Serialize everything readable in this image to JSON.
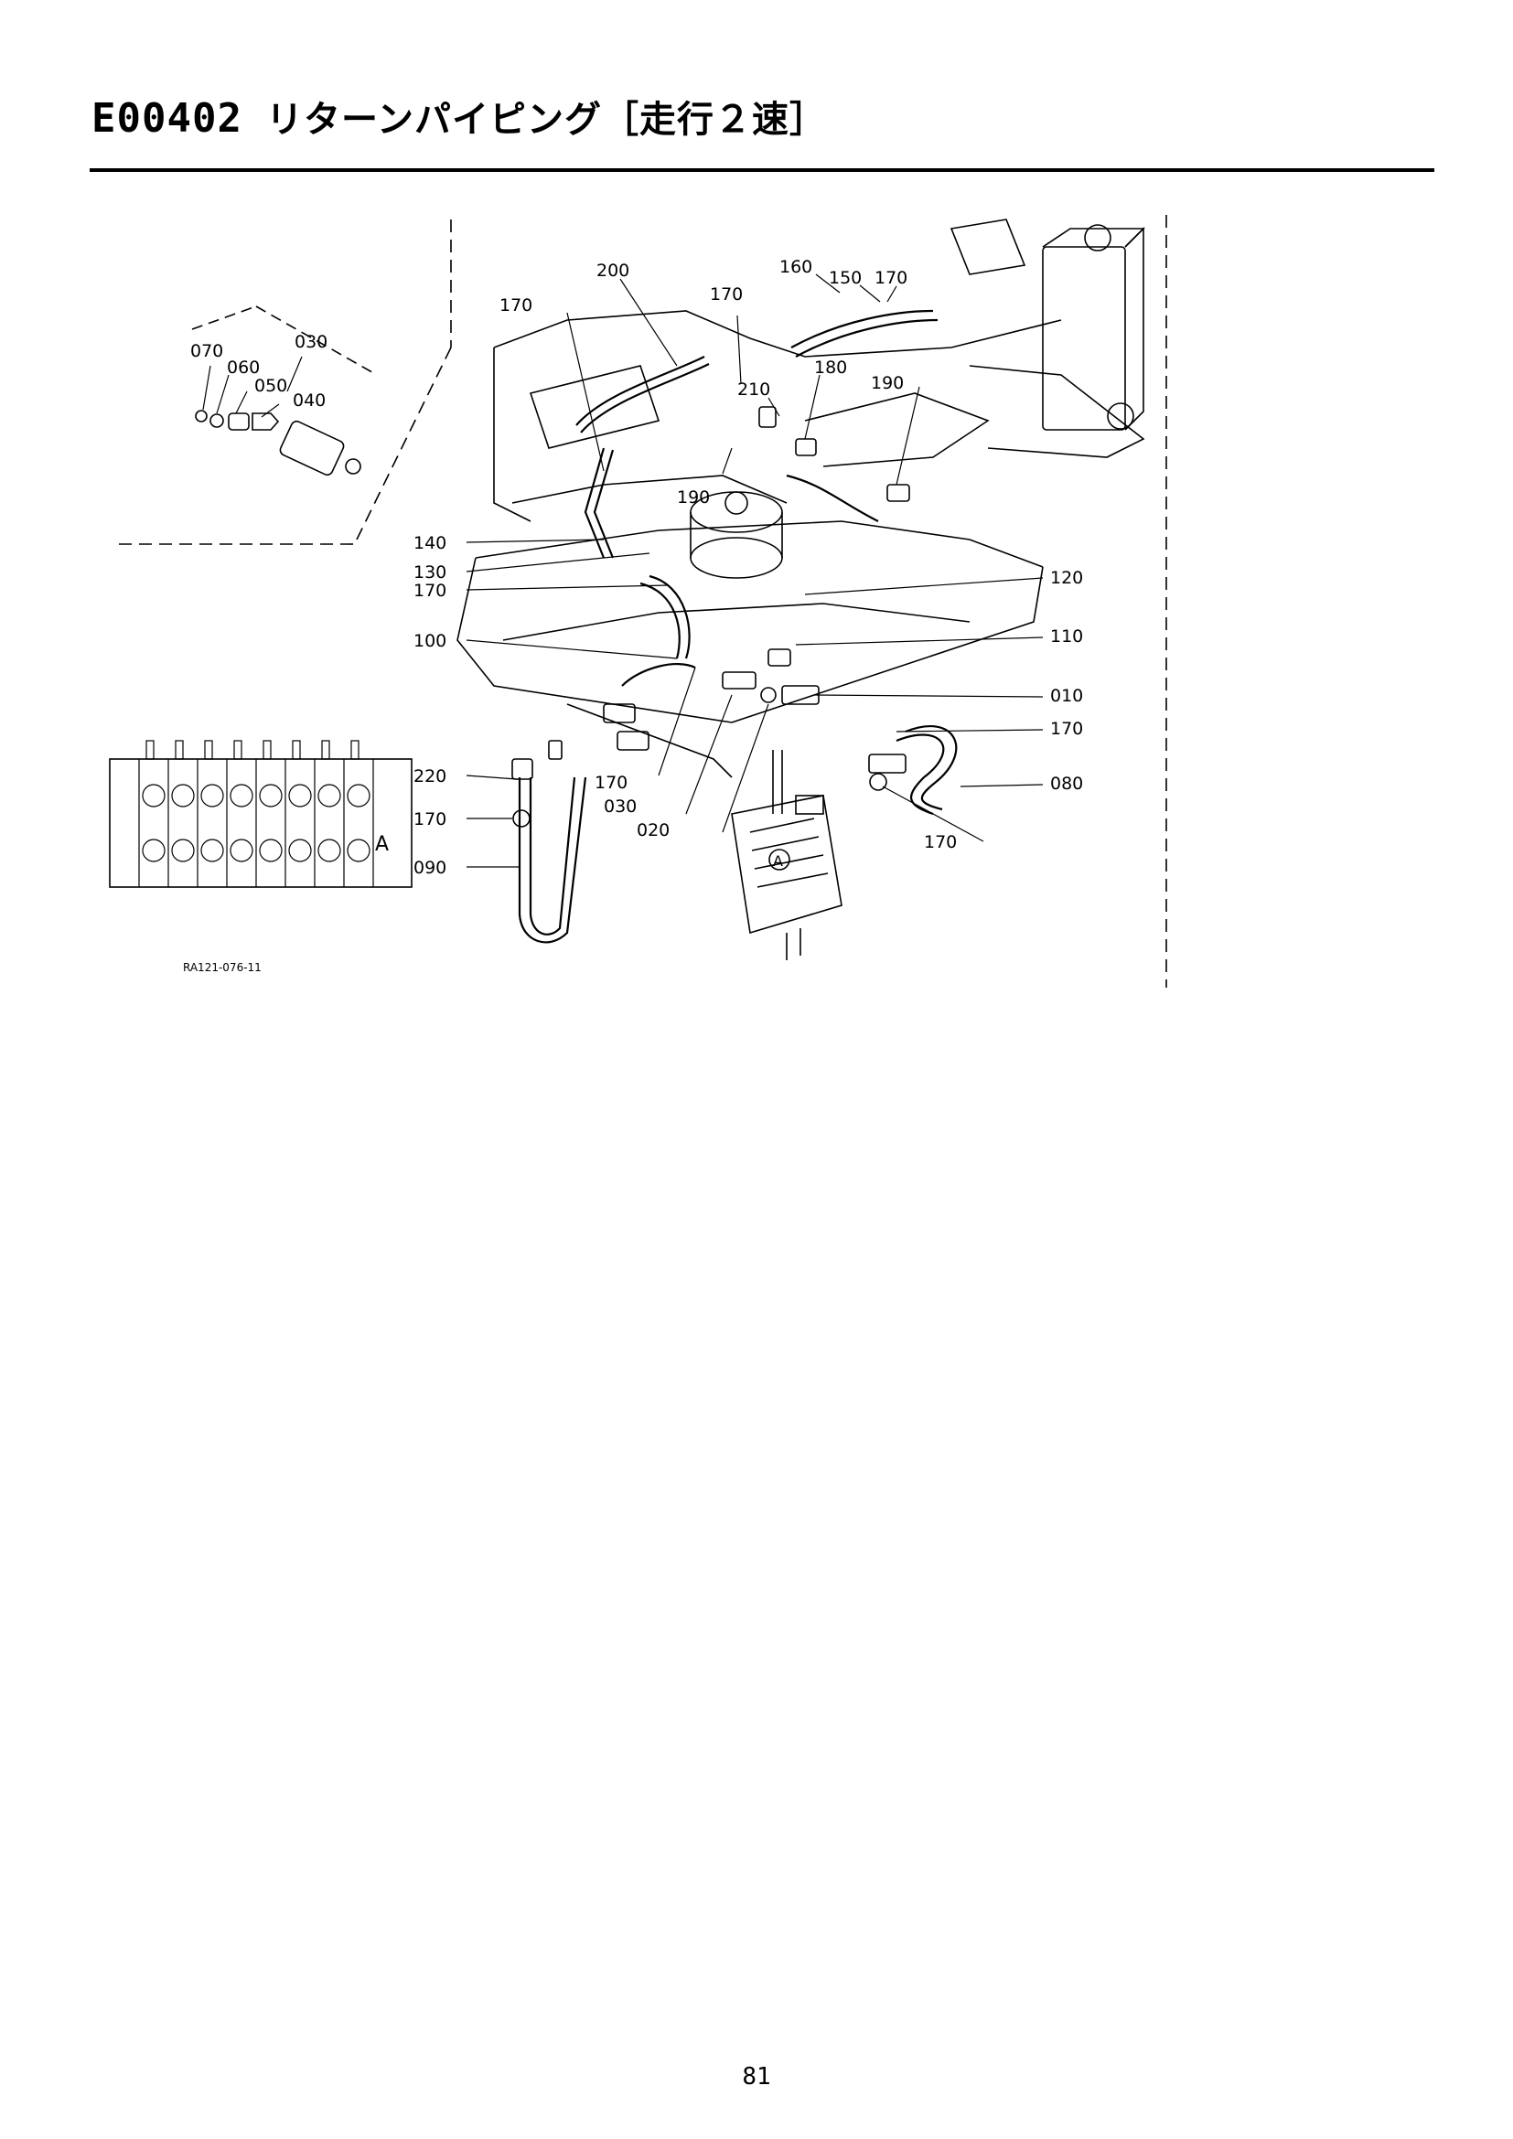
{
  "header": {
    "code": "E00402",
    "title": "リターンパイピング［走行２速］"
  },
  "diagram": {
    "figure_id": "RA121-076-11",
    "inset_marker": "A",
    "callouts": [
      {
        "id": "c070",
        "label": "070"
      },
      {
        "id": "c030a",
        "label": "030"
      },
      {
        "id": "c060",
        "label": "060"
      },
      {
        "id": "c050",
        "label": "050"
      },
      {
        "id": "c040",
        "label": "040"
      },
      {
        "id": "c200",
        "label": "200"
      },
      {
        "id": "c170a",
        "label": "170"
      },
      {
        "id": "c170b",
        "label": "170"
      },
      {
        "id": "c160",
        "label": "160"
      },
      {
        "id": "c150",
        "label": "150"
      },
      {
        "id": "c170c",
        "label": "170"
      },
      {
        "id": "c180",
        "label": "180"
      },
      {
        "id": "c210",
        "label": "210"
      },
      {
        "id": "c190a",
        "label": "190"
      },
      {
        "id": "c190b",
        "label": "190"
      },
      {
        "id": "c140",
        "label": "140"
      },
      {
        "id": "c130",
        "label": "130"
      },
      {
        "id": "c170d",
        "label": "170"
      },
      {
        "id": "c100",
        "label": "100"
      },
      {
        "id": "c120",
        "label": "120"
      },
      {
        "id": "c110",
        "label": "110"
      },
      {
        "id": "c010",
        "label": "010"
      },
      {
        "id": "c170e",
        "label": "170"
      },
      {
        "id": "c080",
        "label": "080"
      },
      {
        "id": "c170f",
        "label": "170"
      },
      {
        "id": "c220",
        "label": "220"
      },
      {
        "id": "c170g",
        "label": "170"
      },
      {
        "id": "c030b",
        "label": "030"
      },
      {
        "id": "c020",
        "label": "020"
      },
      {
        "id": "c170h",
        "label": "170"
      },
      {
        "id": "c090",
        "label": "090"
      }
    ]
  },
  "footer": {
    "page_number": "81"
  }
}
